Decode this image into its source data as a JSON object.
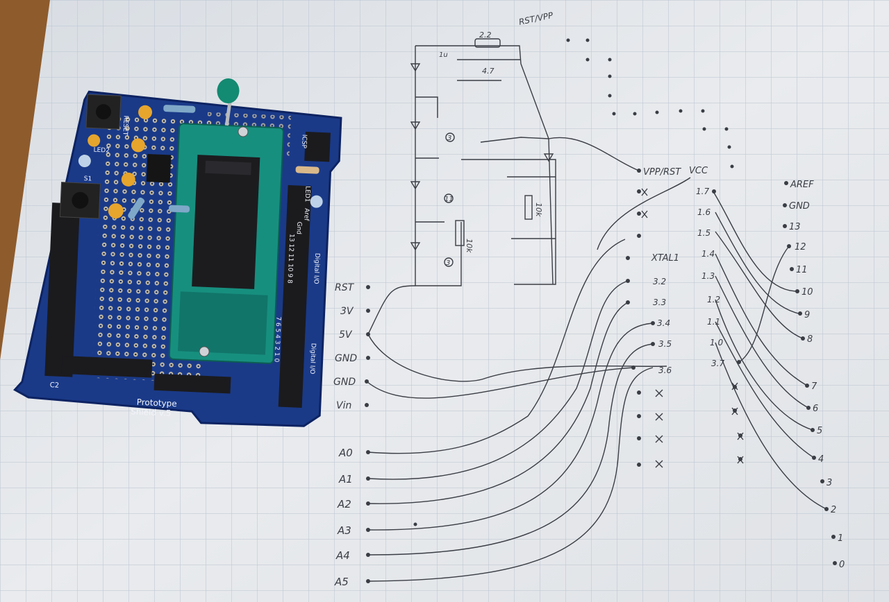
{
  "shield": {
    "title_line1": "Prototype",
    "title_line2": "Shield v.5",
    "labels": {
      "reset": "RESET",
      "led2": "LED2",
      "s1": "S1",
      "icsp": "ICSP",
      "c2": "C2",
      "led1": "LED1",
      "aref": "Aref",
      "gnd": "Gnd",
      "digital_io_top": "Digital I/O",
      "digital_io_bottom": "Digital I/O",
      "pins_high": "13 12 11 10 9 8",
      "pins_low": "7 6 5 4 3 2 1 0"
    }
  },
  "schematic": {
    "top_labels": {
      "rst_vpp": "RST/VPP",
      "r1": "2.2",
      "r2": "4.7",
      "cap": "1u"
    },
    "callouts": [
      "3",
      "11",
      "3"
    ],
    "mid_components": {
      "r10k_a": "10k",
      "r10k_b": "10k"
    },
    "vpp_label": "VPP/RST",
    "vcc_label": "VCC",
    "xtal_label": "XTAL1",
    "power_pins": [
      "RST",
      "3V",
      "5V",
      "GND",
      "GND",
      "Vin"
    ],
    "analog_pins": [
      "A0",
      "A1",
      "A2",
      "A3",
      "A4",
      "A5"
    ],
    "socket_left": [
      "3.2",
      "3.3",
      "3.4",
      "3.5",
      "3.6"
    ],
    "socket_right": [
      "1.7",
      "1.6",
      "1.5",
      "1.4",
      "1.3",
      "1.2",
      "1.1",
      "1.0",
      "3.7"
    ],
    "arduino_top": [
      "AREF",
      "GND",
      "13",
      "12",
      "11",
      "10",
      "9",
      "8"
    ],
    "arduino_bottom": [
      "7",
      "6",
      "5",
      "4",
      "3",
      "2",
      "1",
      "0"
    ]
  }
}
